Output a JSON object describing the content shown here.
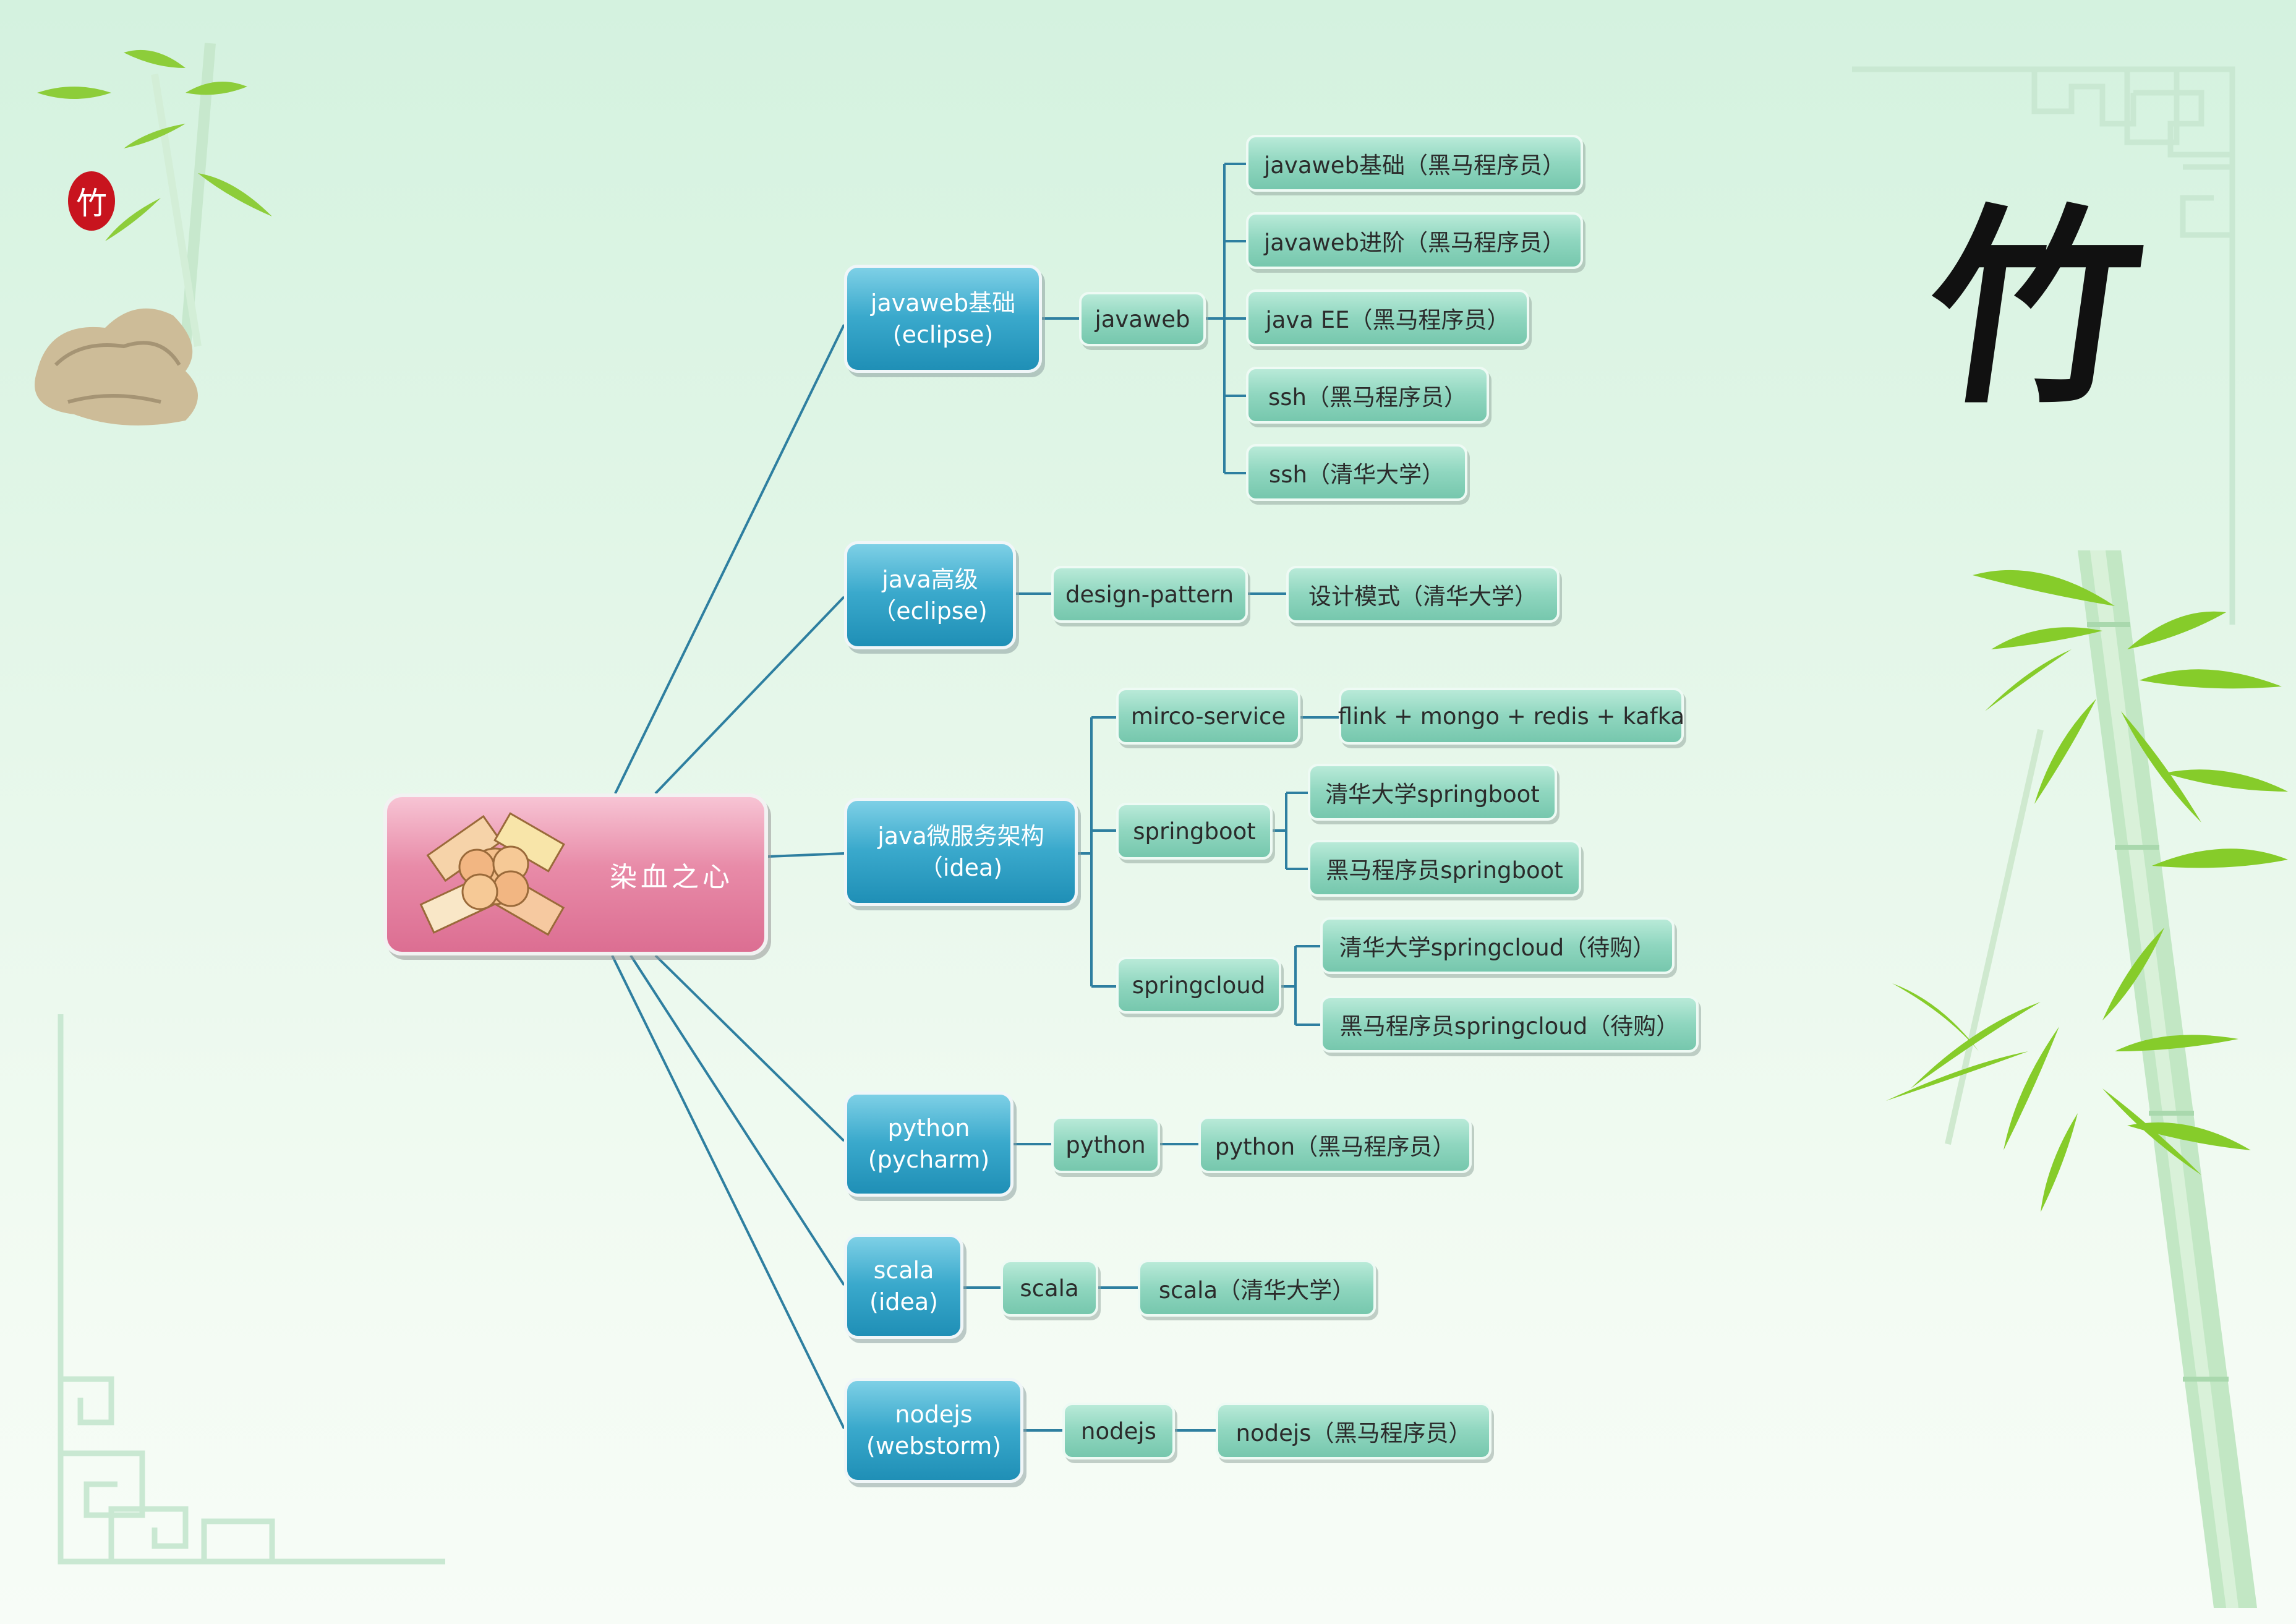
{
  "central": {
    "label": "染血之心"
  },
  "corner_character": "竹",
  "seal_character": "竹",
  "main_topics": [
    {
      "line1": "javaweb基础",
      "line2": "(eclipse)",
      "children": [
        {
          "label": "javaweb",
          "children": [
            "javaweb基础（黑马程序员）",
            "javaweb进阶（黑马程序员）",
            "java EE（黑马程序员）",
            "ssh（黑马程序员）",
            "ssh（清华大学）"
          ]
        }
      ]
    },
    {
      "line1": "java高级",
      "line2": "（eclipse)",
      "children": [
        {
          "label": "design-pattern",
          "children": [
            "设计模式（清华大学）"
          ]
        }
      ]
    },
    {
      "line1": "java微服务架构",
      "line2": "（idea)",
      "children": [
        {
          "label": "mirco-service",
          "children": [
            "flink + mongo + redis + kafka"
          ]
        },
        {
          "label": "springboot",
          "children": [
            "清华大学springboot",
            "黑马程序员springboot"
          ]
        },
        {
          "label": "springcloud",
          "children": [
            "清华大学springcloud（待购）",
            "黑马程序员springcloud（待购）"
          ]
        }
      ]
    },
    {
      "line1": "python",
      "line2": "(pycharm)",
      "children": [
        {
          "label": "python",
          "children": [
            "python（黑马程序员）"
          ]
        }
      ]
    },
    {
      "line1": "scala",
      "line2": "(idea)",
      "children": [
        {
          "label": "scala",
          "children": [
            "scala（清华大学）"
          ]
        }
      ]
    },
    {
      "line1": "nodejs",
      "line2": "(webstorm)",
      "children": [
        {
          "label": "nodejs",
          "children": [
            "nodejs（黑马程序员）"
          ]
        }
      ]
    }
  ],
  "colors": {
    "central_fill": "#dc6e92",
    "main_fill": "#2a9ac0",
    "sub_fill": "#8fd6bf",
    "connector": "#2e7fa0",
    "bamboo_leaf": "#7fcc2e",
    "seal": "#c8141e"
  }
}
